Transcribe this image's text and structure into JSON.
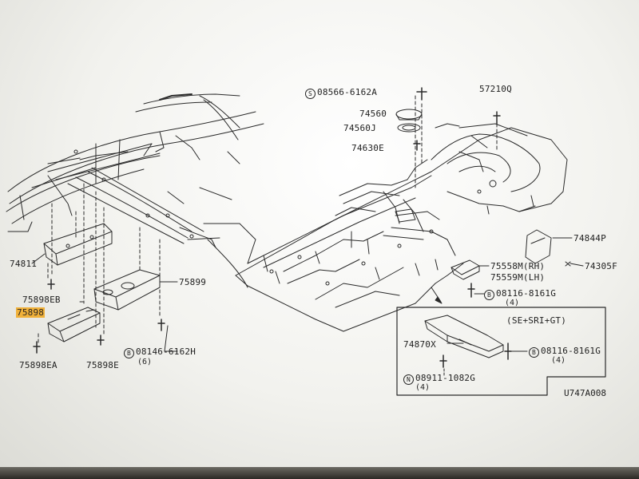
{
  "diagram": {
    "sheet_code": "U747A008",
    "variant_note": "(SE+SRI+GT)",
    "labels": {
      "bolt_08566": {
        "prefix": "S",
        "code": "08566-6162A"
      },
      "p57210Q": "57210Q",
      "p74560": "74560",
      "p74560J": "74560J",
      "p74630E": "74630E",
      "p74811": "74811",
      "p75899": "75899",
      "p75898EB": "75898EB",
      "p75898_highlighted": "75898",
      "p75898EA": "75898EA",
      "p75898E": "75898E",
      "bolt_08146": {
        "prefix": "B",
        "code": "08146-6162H",
        "qty": "(6)"
      },
      "p74844P": "74844P",
      "p74305F": "74305F",
      "p75558M": "75558M(RH)",
      "p75559M": "75559M(LH)",
      "bolt_08116_a": {
        "prefix": "B",
        "code": "08116-8161G",
        "qty": "(4)"
      },
      "p74870X": "74870X",
      "bolt_08116_b": {
        "prefix": "B",
        "code": "08116-8161G",
        "qty": "(4)"
      },
      "nut_08911": {
        "prefix": "N",
        "code": "08911-1082G",
        "qty": "(4)"
      }
    }
  }
}
